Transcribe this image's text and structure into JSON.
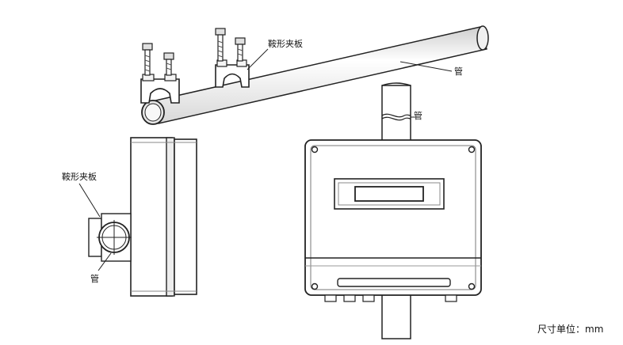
{
  "labels": {
    "saddle_clamp_top": "鞍形夹板",
    "pipe_top": "管",
    "pipe_vertical": "管",
    "saddle_clamp_side": "鞍形夹板",
    "pipe_side": "管",
    "unit_note": "尺寸单位：mm"
  }
}
